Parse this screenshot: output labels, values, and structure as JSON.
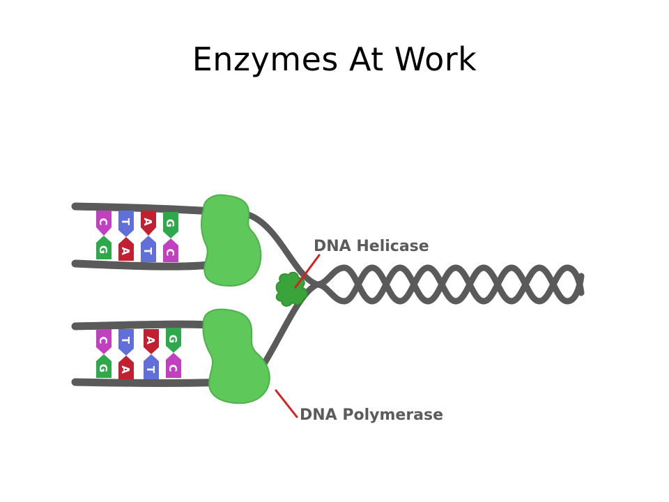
{
  "slide": {
    "title": "Enzymes At Work"
  },
  "labels": {
    "helicase": "DNA Helicase",
    "polymerase": "DNA Polymerase"
  },
  "colors": {
    "strand": "#5a5a5a",
    "enzyme": "#5ec95a",
    "enzyme_dark": "#3aa43a",
    "pointer": "#d42020",
    "label": "#5b5b5b",
    "base_c": "#c040c0",
    "base_g": "#2ea84a",
    "base_t": "#6070d8",
    "base_a": "#c02030"
  },
  "icons": {
    "helicase": "helicase-blob",
    "polymerase": "polymerase-blob"
  },
  "base_pairs": {
    "top": [
      {
        "upper": "C",
        "lower": "G"
      },
      {
        "upper": "T",
        "lower": "A"
      },
      {
        "upper": "A",
        "lower": "T"
      },
      {
        "upper": "G",
        "lower": "C"
      }
    ],
    "bottom": [
      {
        "upper": "C",
        "lower": "G"
      },
      {
        "upper": "T",
        "lower": "A"
      },
      {
        "upper": "A",
        "lower": "T"
      },
      {
        "upper": "G",
        "lower": "C"
      }
    ]
  }
}
